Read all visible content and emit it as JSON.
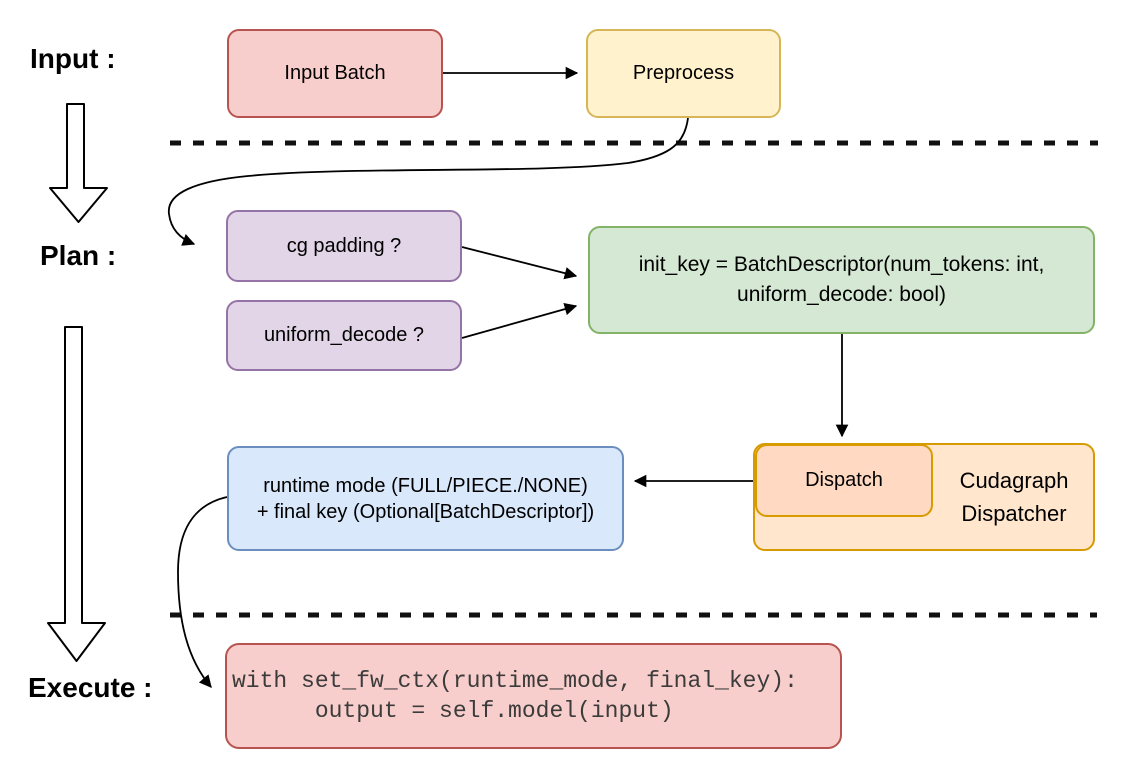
{
  "stages": {
    "input": "Input :",
    "plan": "Plan :",
    "execute": "Execute :"
  },
  "nodes": {
    "input_batch": "Input Batch",
    "preprocess": "Preprocess",
    "cg_padding": "cg padding ?",
    "uniform_decode": "uniform_decode ?",
    "init_key_line1": "init_key = BatchDescriptor(num_tokens: int,",
    "init_key_line2": "uniform_decode: bool)",
    "dispatch": "Dispatch",
    "dispatcher_line1": "Cudagraph",
    "dispatcher_line2": "Dispatcher",
    "runtime_line1": "runtime mode (FULL/PIECE./NONE)",
    "runtime_line2": "+ final key (Optional[BatchDescriptor])",
    "code_line1": "with set_fw_ctx(runtime_mode, final_key):",
    "code_line2": "      output = self.model(input)"
  },
  "colors": {
    "red_fill": "#f8cecc",
    "red_stroke": "#b85450",
    "yellow_fill": "#fff2cc",
    "yellow_stroke": "#d6b656",
    "purple_fill": "#e1d5e7",
    "purple_stroke": "#9673a6",
    "green_fill": "#d5e8d4",
    "green_stroke": "#82b366",
    "orange_fill": "#ffe6cc",
    "orange_stroke": "#d79b00",
    "salmon_fill": "#ffd9c2",
    "blue_fill": "#dae8fc",
    "blue_stroke": "#6c8ebf",
    "connector": "#000000",
    "code_text": "#3b3b3b"
  }
}
